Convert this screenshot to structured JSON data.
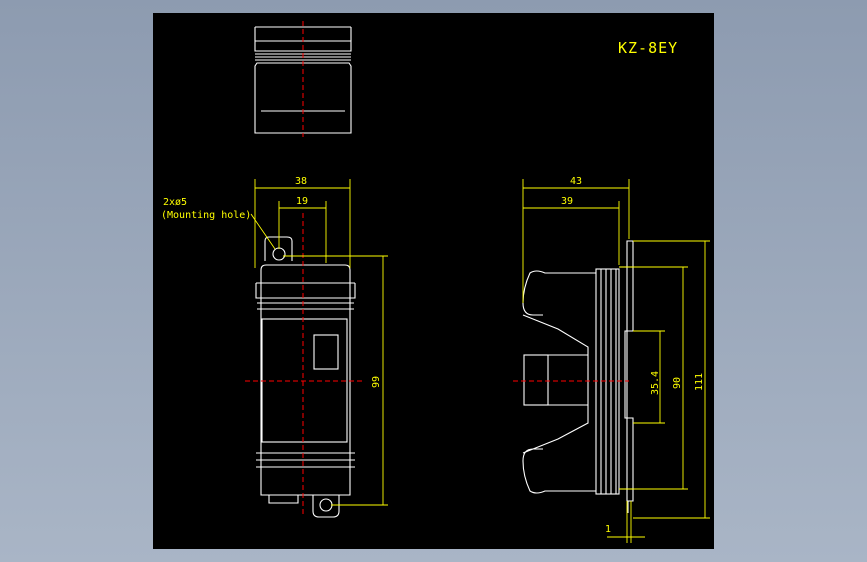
{
  "drawing": {
    "title": "KZ-8EY",
    "colors": {
      "background": "#000000",
      "outline": "#ffffff",
      "dimension": "#ffff00",
      "centerline": "#ff0000"
    },
    "front_view": {
      "dim_width": "38",
      "dim_hole_spacing": "19",
      "dim_height": "99",
      "note_line1": "2xø5",
      "note_line2": "(Mounting hole)"
    },
    "side_view": {
      "dim_depth_total": "43",
      "dim_depth": "39",
      "dim_a": "35.4",
      "dim_b": "90",
      "dim_c": "111",
      "dim_d": "1"
    }
  }
}
